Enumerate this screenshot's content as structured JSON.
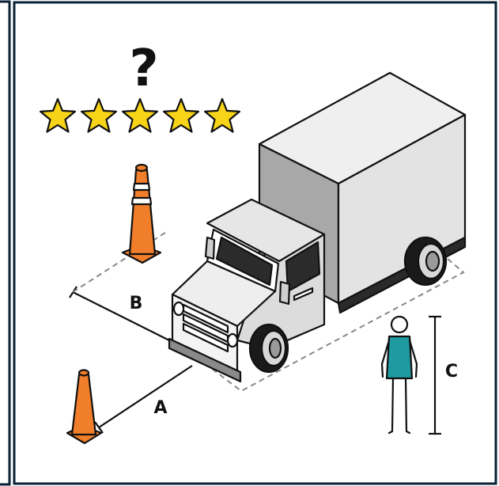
{
  "question_mark": "?",
  "rating": {
    "filled": 5,
    "total": 5
  },
  "labels": {
    "a": "A",
    "b": "B",
    "c": "C"
  },
  "colors": {
    "frame": "#0b2236",
    "star_fill": "#f7d417",
    "cone": "#f07e2b",
    "person_shirt": "#1f9aa0",
    "truck_box": "#e3e3e3"
  }
}
